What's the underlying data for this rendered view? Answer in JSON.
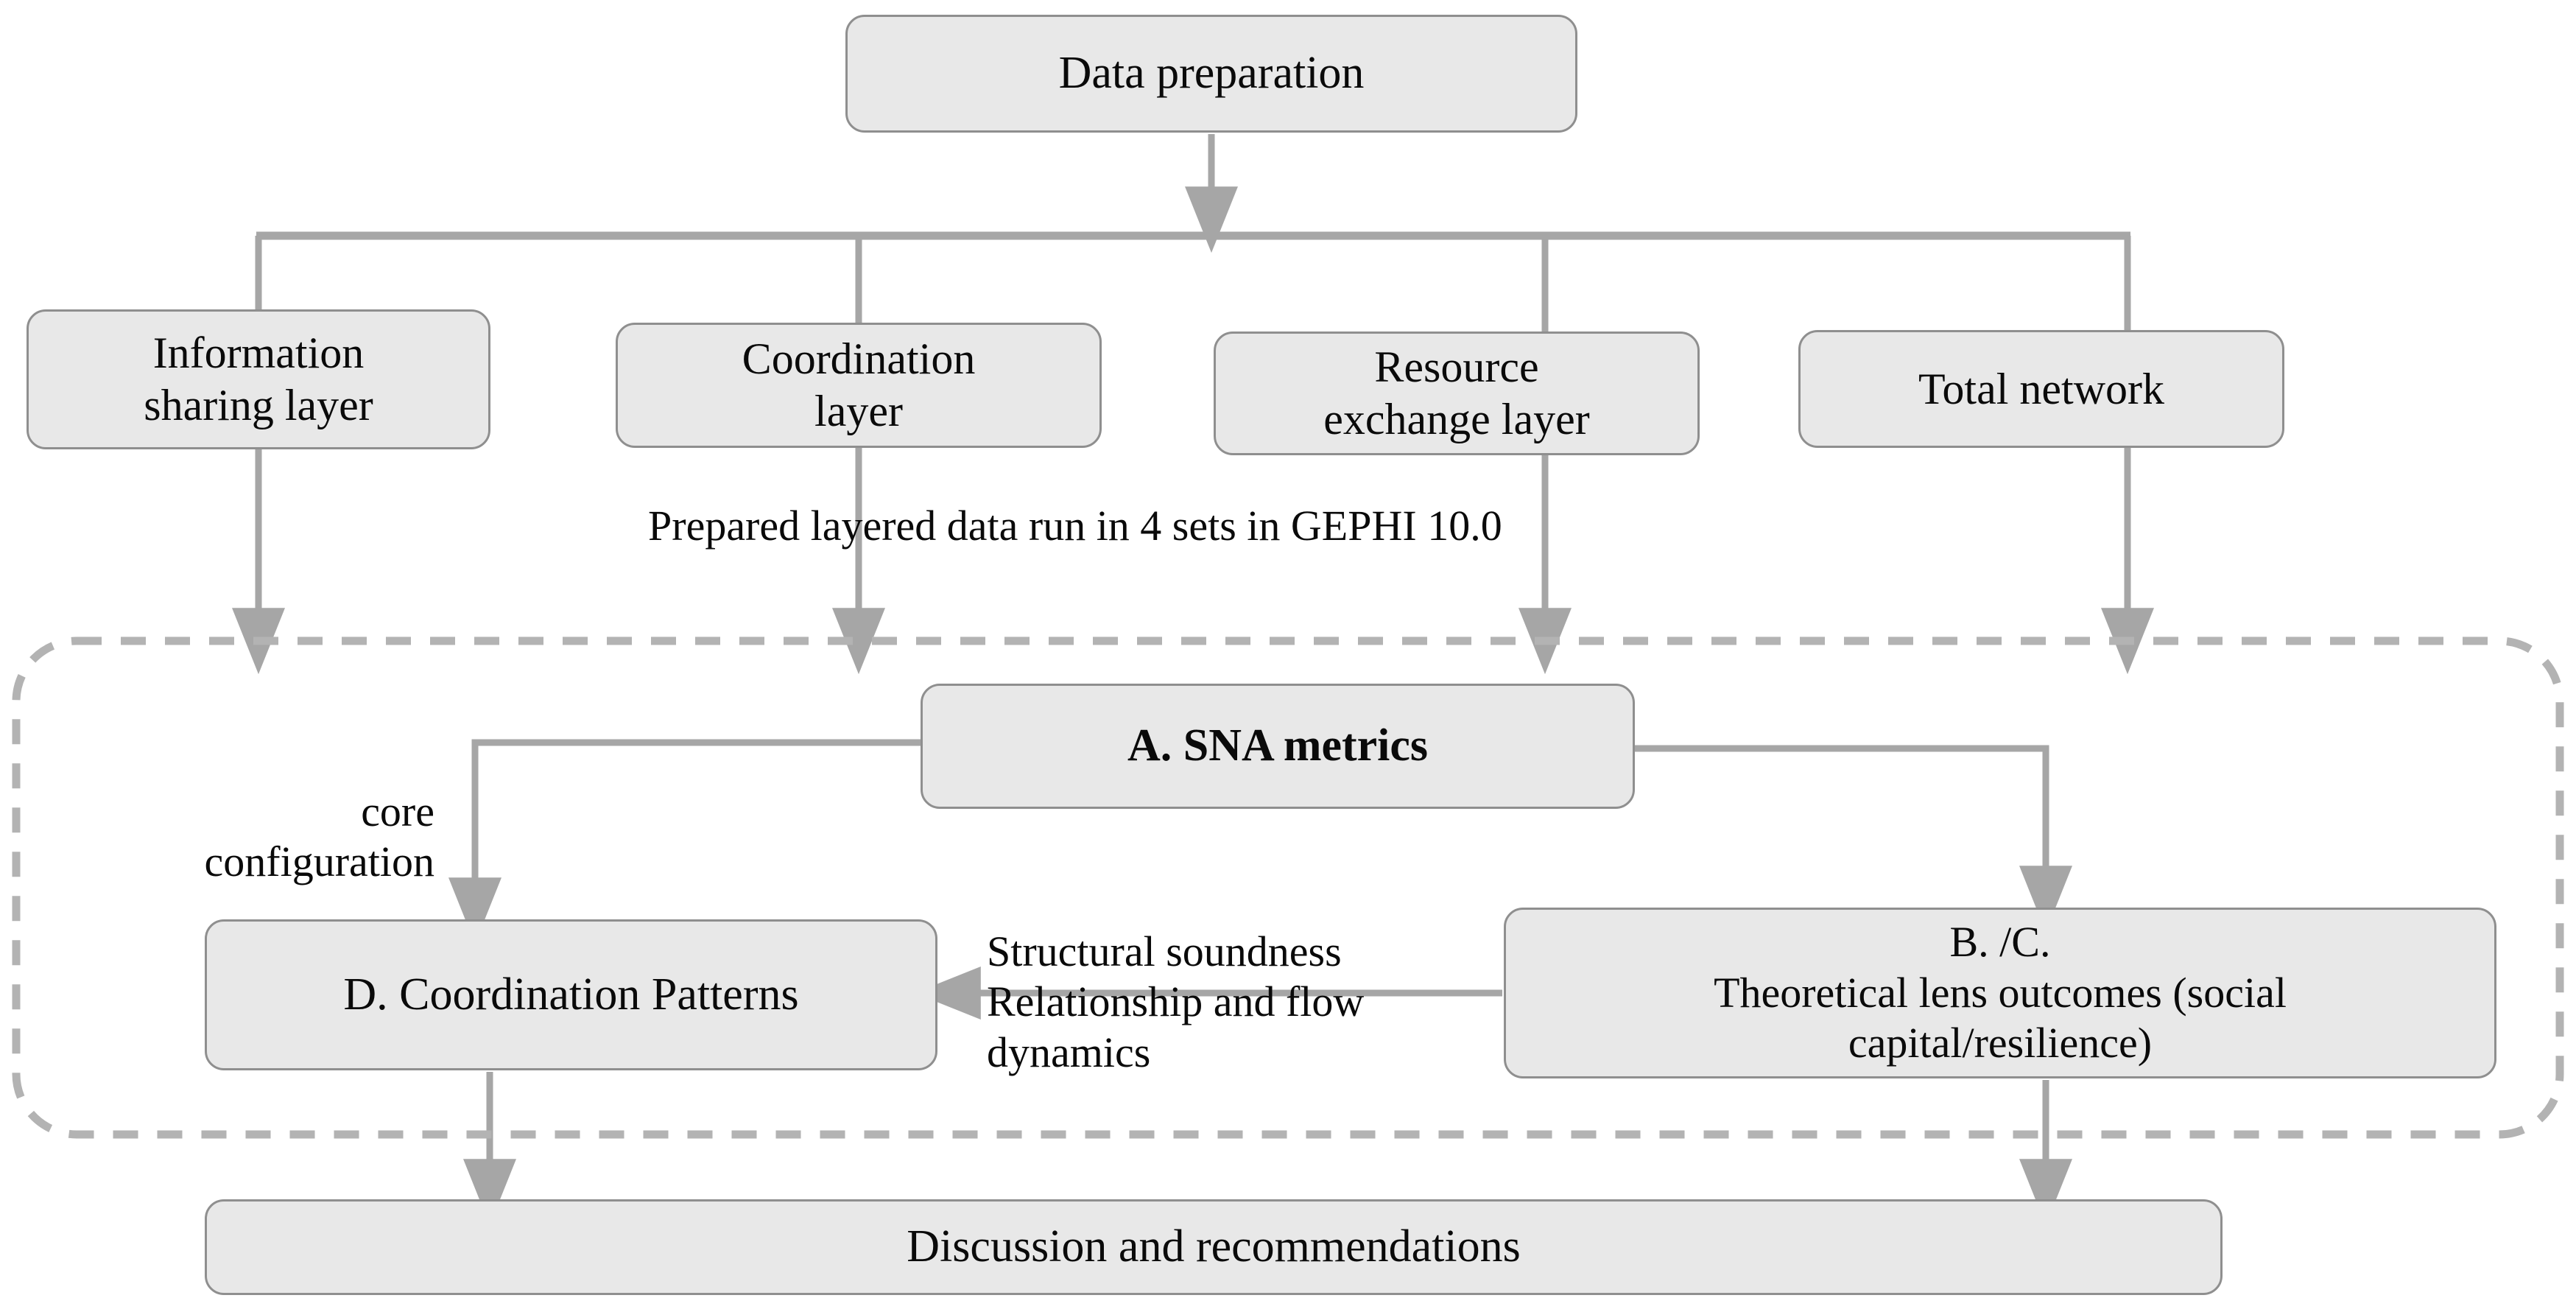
{
  "diagram": {
    "title": "Research methodology flowchart",
    "colors": {
      "node_fill": "#e8e8e8",
      "node_border": "#8f8f8f",
      "connector": "#a6a6a6",
      "dashed_container_border": "#b3b3b3",
      "text": "#0a0a0a",
      "background": "#ffffff"
    }
  },
  "nodes": {
    "data_preparation": {
      "label": "Data preparation"
    },
    "information_sharing_layer": {
      "label": "Information\nsharing layer"
    },
    "coordination_layer": {
      "label": "Coordination\nlayer"
    },
    "resource_exchange_layer": {
      "label": "Resource\nexchange layer"
    },
    "total_network": {
      "label": "Total network"
    },
    "sna_metrics": {
      "label": "A. SNA metrics"
    },
    "coordination_patterns": {
      "label": "D. Coordination Patterns"
    },
    "theoretical_lens": {
      "label": "B. /C.\nTheoretical lens outcomes (social\ncapital/resilience)"
    },
    "discussion": {
      "label": "Discussion and recommendations"
    }
  },
  "labels": {
    "prepared_data": "Prepared layered data run in 4 sets in GEPHI 10.0",
    "core_configuration": "core\nconfiguration",
    "structural_soundness": "Structural soundness\nRelationship and flow\ndynamics"
  },
  "edges": [
    {
      "from": "data_preparation",
      "to": "distribution_bar",
      "arrow": true
    },
    {
      "from": "distribution_bar",
      "to": "information_sharing_layer",
      "arrow": false
    },
    {
      "from": "distribution_bar",
      "to": "coordination_layer",
      "arrow": false
    },
    {
      "from": "distribution_bar",
      "to": "resource_exchange_layer",
      "arrow": false
    },
    {
      "from": "distribution_bar",
      "to": "total_network",
      "arrow": false
    },
    {
      "from": "information_sharing_layer",
      "to": "analysis_container",
      "arrow": true
    },
    {
      "from": "coordination_layer",
      "to": "analysis_container",
      "arrow": true
    },
    {
      "from": "resource_exchange_layer",
      "to": "analysis_container",
      "arrow": true
    },
    {
      "from": "total_network",
      "to": "analysis_container",
      "arrow": true
    },
    {
      "from": "sna_metrics",
      "to": "coordination_patterns",
      "arrow": true,
      "label": "core_configuration"
    },
    {
      "from": "sna_metrics",
      "to": "theoretical_lens",
      "arrow": true
    },
    {
      "from": "theoretical_lens",
      "to": "coordination_patterns",
      "arrow": true,
      "label": "structural_soundness"
    },
    {
      "from": "coordination_patterns",
      "to": "discussion",
      "arrow": true
    },
    {
      "from": "theoretical_lens",
      "to": "discussion",
      "arrow": true
    }
  ]
}
